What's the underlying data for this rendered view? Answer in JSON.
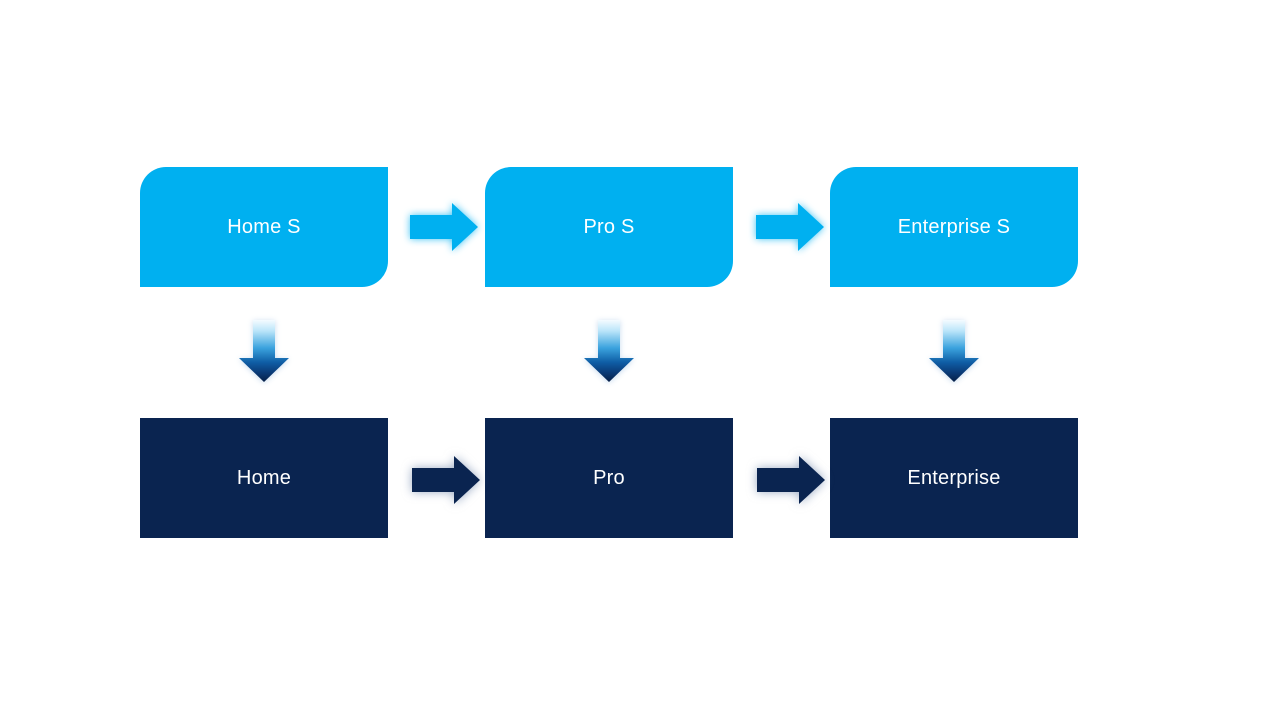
{
  "colors": {
    "background": "#ffffff",
    "primary_light": "#00B0F0",
    "primary_dark": "#0A2450",
    "text": "#ffffff"
  },
  "stages": [
    {
      "top_label": "Home S",
      "bottom_label": "Home"
    },
    {
      "top_label": "Pro S",
      "bottom_label": "Pro"
    },
    {
      "top_label": "Enterprise S",
      "bottom_label": "Enterprise"
    }
  ]
}
